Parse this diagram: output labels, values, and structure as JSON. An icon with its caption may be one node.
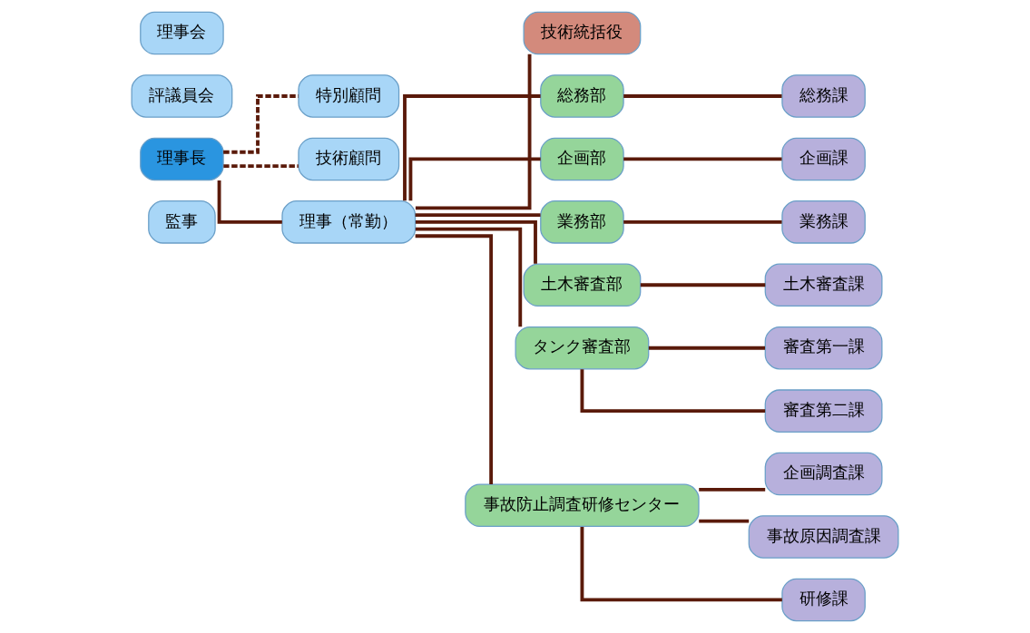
{
  "diagram": {
    "nodes": [
      {
        "text": [
          "理事会"
        ]
      },
      {
        "text": [
          "評議員会"
        ]
      },
      {
        "text": [
          "理事長"
        ]
      },
      {
        "text": [
          "特別顧問"
        ]
      },
      {
        "text": [
          "技術顧問"
        ]
      },
      {
        "text": [
          "監事"
        ]
      },
      {
        "text": [
          "理事（常勤）"
        ]
      },
      {
        "text": [
          "技術統括役"
        ]
      },
      {
        "text": [
          "総務部"
        ]
      },
      {
        "text": [
          "企画部"
        ]
      },
      {
        "text": [
          "業務部"
        ]
      },
      {
        "text": [
          "土木審査部"
        ]
      },
      {
        "text": [
          "タンク審査部"
        ]
      },
      {
        "text": [
          "事故防止調査研修センター"
        ]
      },
      {
        "text": [
          "総務課"
        ]
      },
      {
        "text": [
          "企画課"
        ]
      },
      {
        "text": [
          "業務課"
        ]
      },
      {
        "text": [
          "土木審査課"
        ]
      },
      {
        "text": [
          "審査第一課"
        ]
      },
      {
        "text": [
          "審査第二課"
        ]
      },
      {
        "text": [
          "企画調査課"
        ]
      },
      {
        "text": [
          "事故原因調査課"
        ]
      },
      {
        "text": [
          "研修課"
        ]
      }
    ],
    "edges": [
      {
        "from": 2,
        "to": 3,
        "arrow": "none",
        "style": "dashed"
      },
      {
        "from": 2,
        "to": 4,
        "arrow": "none",
        "style": "dashed"
      },
      {
        "from": 2,
        "to": 6,
        "arrow": "none"
      },
      {
        "from": 6,
        "to": 7,
        "arrow": "none"
      },
      {
        "from": 6,
        "to": 8,
        "arrow": "none"
      },
      {
        "from": 6,
        "to": 9,
        "arrow": "none"
      },
      {
        "from": 6,
        "to": 10,
        "arrow": "none"
      },
      {
        "from": 6,
        "to": 11,
        "arrow": "none"
      },
      {
        "from": 6,
        "to": 12,
        "arrow": "none"
      },
      {
        "from": 6,
        "to": 13,
        "arrow": "none"
      },
      {
        "from": 8,
        "to": 14,
        "arrow": "none"
      },
      {
        "from": 9,
        "to": 15,
        "arrow": "none"
      },
      {
        "from": 10,
        "to": 16,
        "arrow": "none"
      },
      {
        "from": 11,
        "to": 17,
        "arrow": "none"
      },
      {
        "from": 12,
        "to": 18,
        "arrow": "none"
      },
      {
        "from": 12,
        "to": 19,
        "arrow": "none"
      },
      {
        "from": 13,
        "to": 20,
        "arrow": "none"
      },
      {
        "from": 13,
        "to": 21,
        "arrow": "none"
      },
      {
        "from": 13,
        "to": 22,
        "arrow": "none"
      }
    ]
  }
}
